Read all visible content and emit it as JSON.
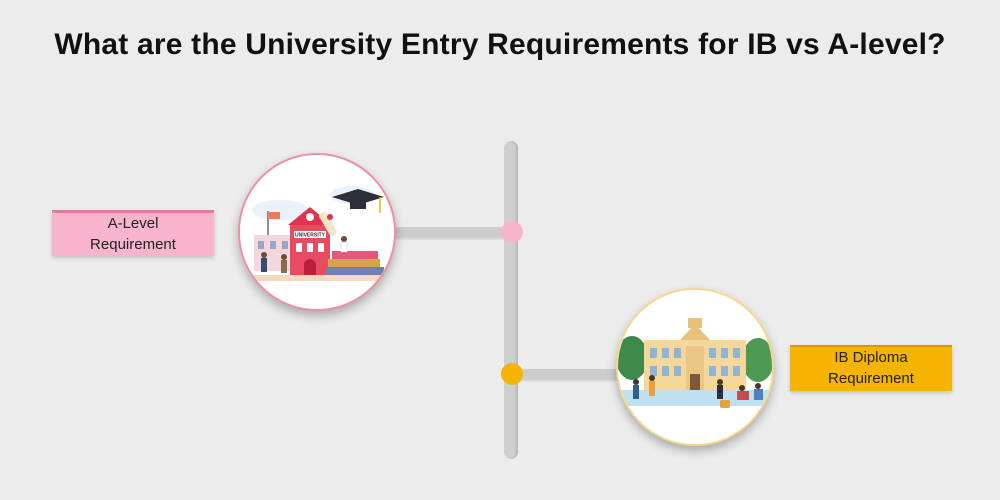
{
  "header": {
    "title": "What are the University Entry Requirements for IB vs A-level?"
  },
  "nodes": [
    {
      "line1": "A-Level",
      "line2": "Requirement",
      "color": "#f7b4cc",
      "dot_color": "#f7b6cb",
      "illustration": "university-building-illustration",
      "sign_text": "UNIVERSITY"
    },
    {
      "line1": "IB Diploma",
      "line2": "Requirement",
      "color": "#f4b400",
      "dot_color": "#f4b400",
      "illustration": "campus-students-illustration"
    }
  ]
}
